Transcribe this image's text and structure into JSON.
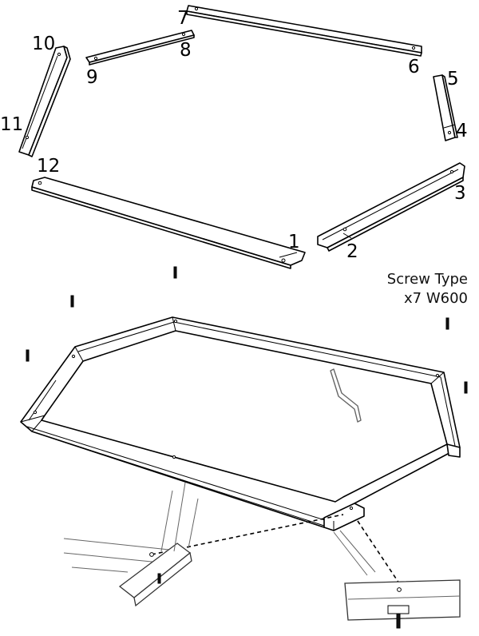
{
  "part_labels": {
    "p1": "1",
    "p2": "2",
    "p3": "3",
    "p4": "4",
    "p5": "5",
    "p6": "6",
    "p7": "7",
    "p8": "8",
    "p9": "9",
    "p10": "10",
    "p11": "11",
    "p12": "12"
  },
  "screw_info": {
    "line1": "Screw Type",
    "line2": "x7 W600"
  }
}
